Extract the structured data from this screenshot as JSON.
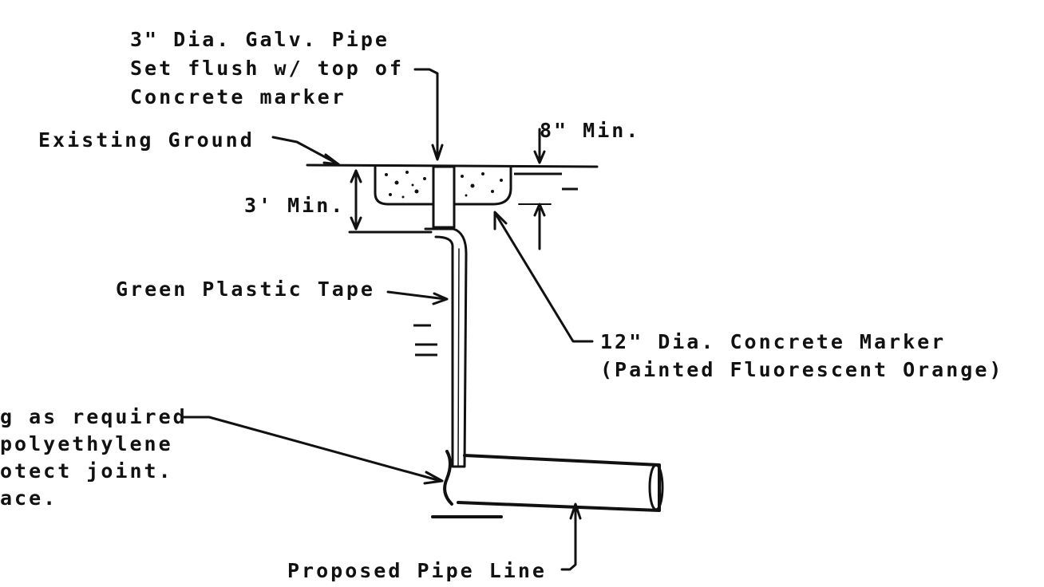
{
  "colors": {
    "ink": "#111111",
    "paper": "#ffffff",
    "fill": "#f4f4f4"
  },
  "labels": {
    "pipe_line1": "3\" Dia. Galv. Pipe",
    "pipe_line2": "Set flush w/ top of",
    "pipe_line3": "Concrete marker",
    "existing_ground": "Existing Ground",
    "eight_min": "8\" Min.",
    "three_min": "3' Min.",
    "green_tape": "Green Plastic Tape",
    "marker_line1": "12\" Dia. Concrete Marker",
    "marker_line2": "(Painted Fluorescent Orange)",
    "wrap_line1": "g as required",
    "wrap_line2": "polyethylene",
    "wrap_line3": "otect joint.",
    "wrap_line4": "ace.",
    "proposed_pipe": "Proposed Pipe Line"
  }
}
